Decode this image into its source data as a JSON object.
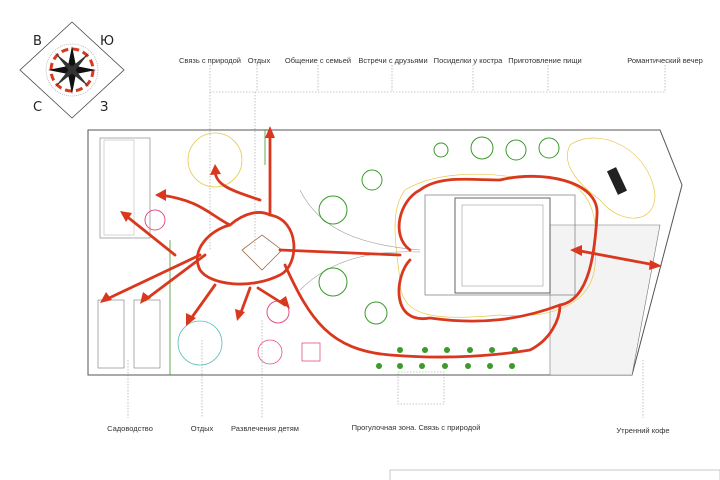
{
  "compass": {
    "west_top": "В",
    "east_top": "Ю",
    "south_bottom": "С",
    "north_bottom": "З"
  },
  "top_labels": [
    "Связь с природой",
    "Отдых",
    "Общение с семьей",
    "Встречи с друзьями",
    "Посиделки у костра",
    "Приготовление пищи",
    "Романтический вечер"
  ],
  "bottom_labels": [
    "Садоводство",
    "Отдых",
    "Развлечения детям",
    "Прогулочная зона. Связь с природой",
    "Утренний кофе"
  ],
  "colors": {
    "path": "#d9381e",
    "plants": "#3a9a2a",
    "outline": "#555555",
    "yellow": "#e6c84a",
    "pink": "#e0508a",
    "teal": "#5fc0c0"
  }
}
